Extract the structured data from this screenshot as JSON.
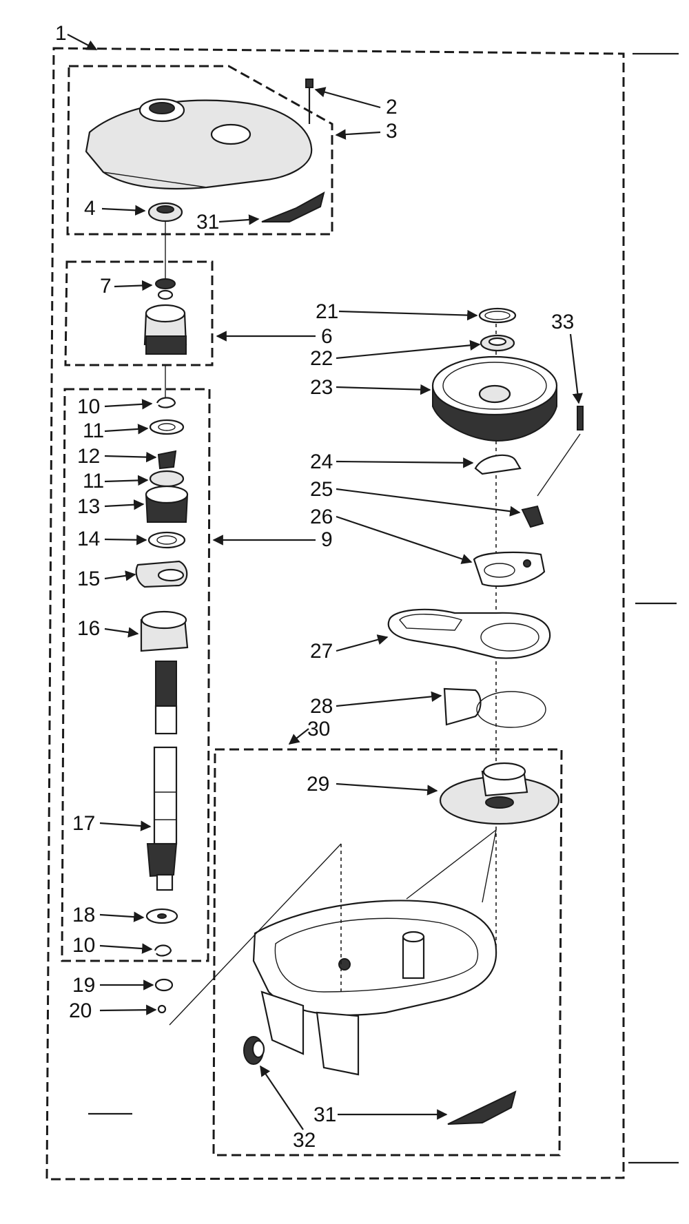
{
  "labels": {
    "l1": "1",
    "l2": "2",
    "l3": "3",
    "l4": "4",
    "l31a": "31",
    "l7": "7",
    "l6": "6",
    "l10a": "10",
    "l11a": "11",
    "l12": "12",
    "l11b": "11",
    "l13": "13",
    "l14": "14",
    "l15": "15",
    "l16": "16",
    "l9": "9",
    "l17": "17",
    "l18": "18",
    "l10b": "10",
    "l19": "19",
    "l20": "20",
    "l21": "21",
    "l22": "22",
    "l23": "23",
    "l33": "33",
    "l24": "24",
    "l25": "25",
    "l26": "26",
    "l27": "27",
    "l28": "28",
    "l30": "30",
    "l29": "29",
    "l31b": "31",
    "l32": "32"
  }
}
